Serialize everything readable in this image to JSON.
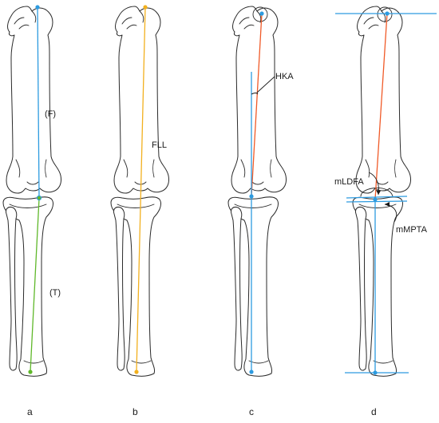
{
  "panels": [
    {
      "id": "a",
      "caption": "a",
      "labels": {
        "femur": "(F)",
        "tibia": "(T)"
      }
    },
    {
      "id": "b",
      "caption": "b",
      "labels": {
        "axis": "FLL"
      }
    },
    {
      "id": "c",
      "caption": "c",
      "labels": {
        "angle": "HKA"
      }
    },
    {
      "id": "d",
      "caption": "d",
      "labels": {
        "femoral_angle": "mLDFA",
        "tibial_angle": "mMPTA"
      }
    }
  ],
  "colors": {
    "femoral_axis": "#2d9be0",
    "tibial_axis_a": "#5fb82a",
    "load_line": "#f2b01e",
    "femur_mechanical_axis": "#f05a28",
    "tibial_axis": "#2d9be0",
    "joint_lines": "#2d9be0",
    "point_marker": "#2d9be0"
  }
}
